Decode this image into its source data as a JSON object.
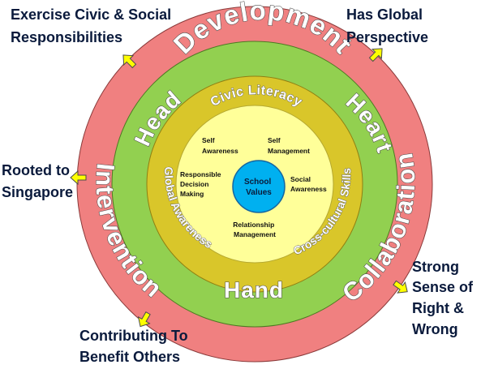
{
  "outcomes": {
    "top_left": [
      "Exercise Civic & Social",
      "Responsibilities"
    ],
    "top_right": [
      "Has Global",
      "Perspective"
    ],
    "left": [
      "Rooted to",
      "Singapore"
    ],
    "bottom": [
      "Contributing To",
      "Benefit Others"
    ],
    "right": [
      "Strong",
      "Sense of",
      "Right &",
      "Wrong"
    ]
  },
  "outer_ring": {
    "top": "Development",
    "left": "Intervention",
    "right": "Collaboration"
  },
  "green_ring": {
    "left": "Head",
    "right": "Heart",
    "bottom": "Hand"
  },
  "gold_ring": {
    "top": "Civic Literacy",
    "left": "Global Awareness",
    "right": "Cross-cultural Skills"
  },
  "core": {
    "self_awareness": [
      "Self",
      "Awareness"
    ],
    "self_management": [
      "Self",
      "Management"
    ],
    "responsible_decision": [
      "Responsible",
      "Decision",
      "Making"
    ],
    "social_awareness": [
      "Social",
      "Awareness"
    ],
    "relationship": [
      "Relationship",
      "Management"
    ]
  },
  "center": [
    "School",
    "Values"
  ],
  "colors": {
    "outer": "#f08080",
    "green": "#92d050",
    "gold": "#d9c62a",
    "core": "#ffff99",
    "center": "#00b0f0",
    "arrow": "#ffff00"
  }
}
